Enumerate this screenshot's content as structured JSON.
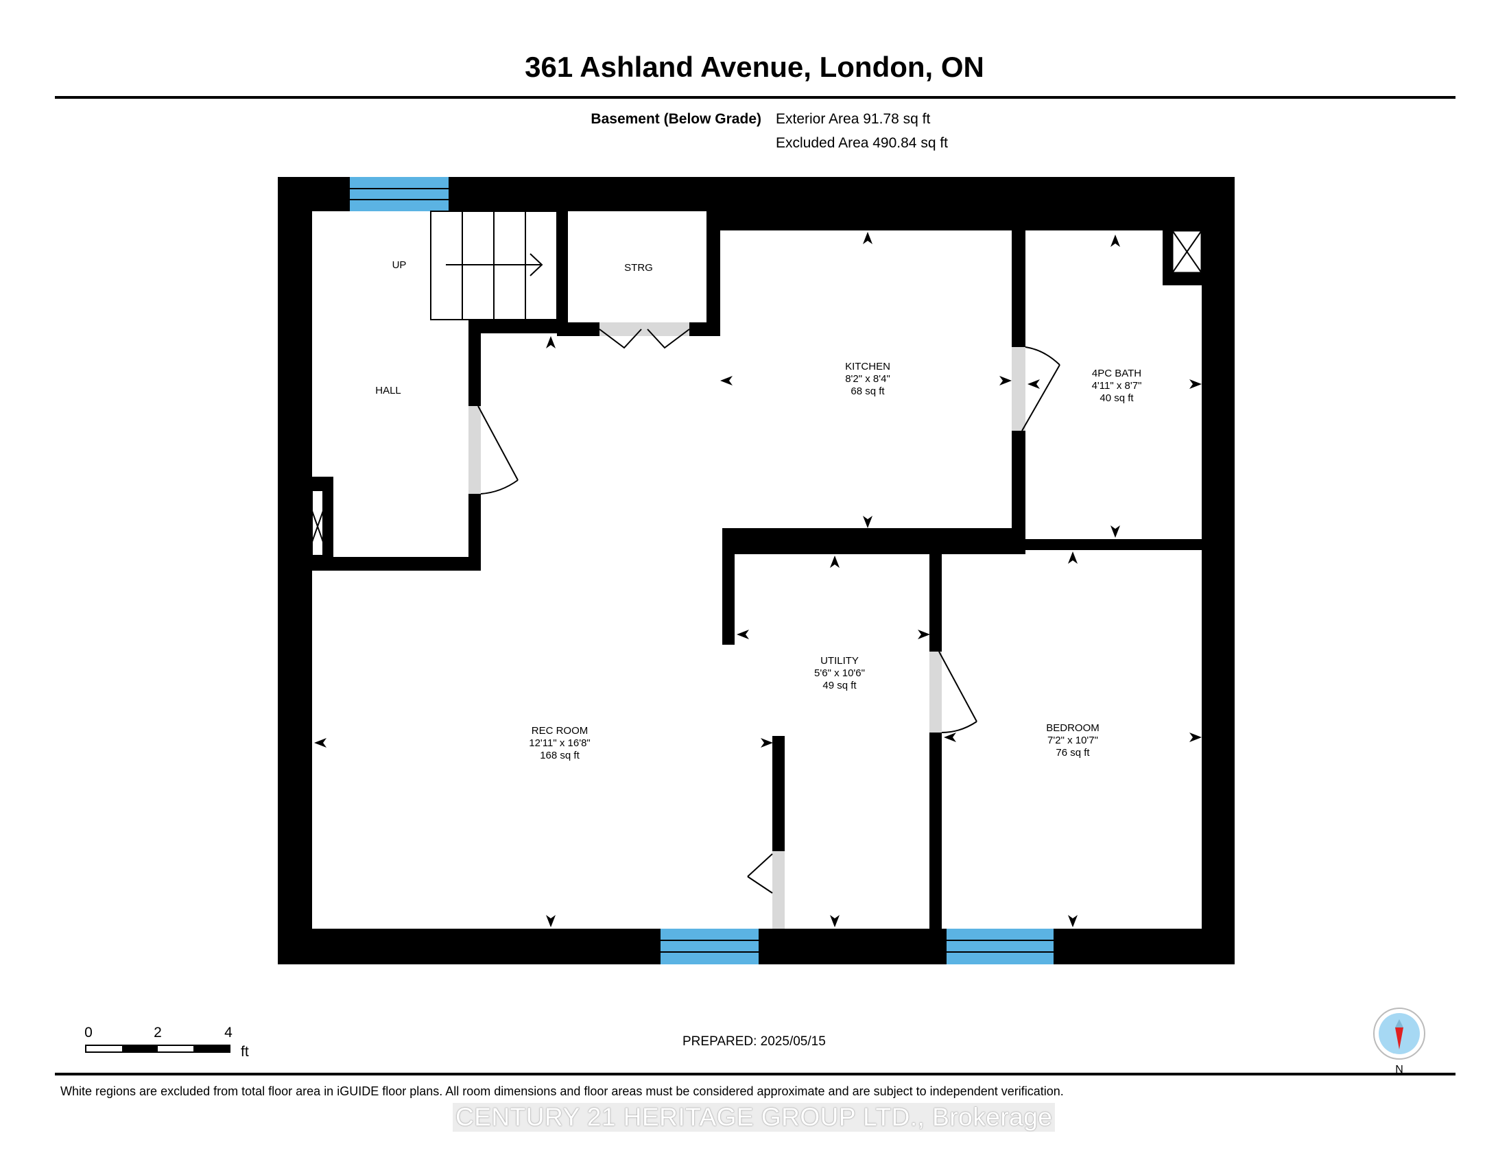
{
  "header": {
    "title": "361 Ashland Avenue, London, ON"
  },
  "summary": {
    "level": "Basement (Below Grade)",
    "exterior_area": "Exterior Area 91.78 sq ft",
    "excluded_area": "Excluded Area 490.84 sq ft"
  },
  "rooms": {
    "up": "UP",
    "hall": "HALL",
    "strg": "STRG",
    "kitchen": {
      "name": "KITCHEN",
      "dims": "8'2\" x 8'4\"",
      "area": "68 sq ft"
    },
    "bath": {
      "name": "4PC BATH",
      "dims": "4'11\" x 8'7\"",
      "area": "40 sq ft"
    },
    "utility": {
      "name": "UTILITY",
      "dims": "5'6\" x 10'6\"",
      "area": "49 sq ft"
    },
    "rec": {
      "name": "REC ROOM",
      "dims": "12'11\" x 16'8\"",
      "area": "168 sq ft"
    },
    "bedroom": {
      "name": "BEDROOM",
      "dims": "7'2\" x 10'7\"",
      "area": "76 sq ft"
    }
  },
  "scale": {
    "ticks": [
      "0",
      "2",
      "4"
    ],
    "unit": "ft"
  },
  "compass": {
    "label": "N"
  },
  "footer": {
    "prepared": "PREPARED: 2025/05/15",
    "disclaimer": "White regions are excluded from total floor area in iGUIDE floor plans. All room dimensions and floor areas must be considered approximate and are subject to independent verification.",
    "watermark": "CENTURY 21 HERITAGE GROUP LTD., Brokerage"
  },
  "colors": {
    "wall": "#000000",
    "window": "#5bb3e3",
    "door_leaf": "#d9d9d9",
    "compass_needle": "#e02020",
    "compass_ring": "#a6d8f3"
  }
}
